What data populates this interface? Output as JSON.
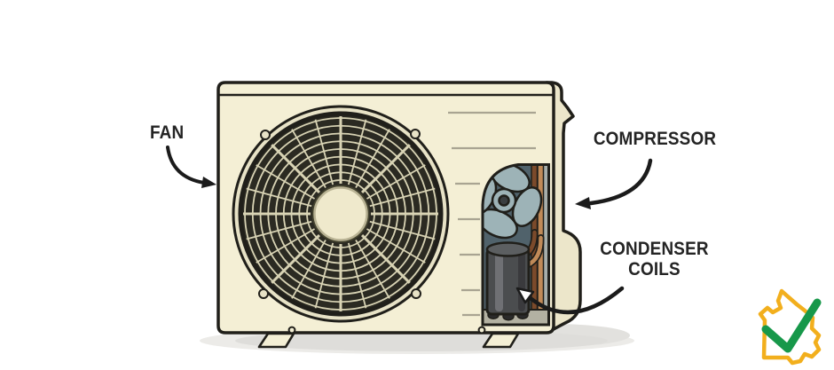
{
  "diagram": {
    "subject": "air-conditioner-outdoor-unit-cutaway",
    "labels": {
      "fan": "FAN",
      "compressor": "COMPRESSOR",
      "condenser_line1": "CONDENSER",
      "condenser_line2": "COILS"
    },
    "colors": {
      "body": "#f4efd5",
      "body_shade": "#ece6ca",
      "outline": "#201f1a",
      "grille_dark": "#2b2a22",
      "grille_line": "#d8d3b4",
      "grille_rim": "#e7e2c6",
      "hub": "#efe9cc",
      "vent_line": "#a9a492",
      "compartment": "#50626b",
      "fan_blade": "#9db3b7",
      "copper_dark": "#7b4a2b",
      "copper_light": "#c08a58",
      "metal_strip": "#a7aeab",
      "compressor_body": "#4b4d4f",
      "compressor_top": "#5c5f61",
      "floor": "#b3b1a2",
      "arrow": "#1b1b1b",
      "shadow": "#deddda",
      "badge_gold": "#f2af1d",
      "badge_green": "#17984a"
    },
    "badge": {
      "icon": "queensland-outline-with-checkmark"
    }
  }
}
